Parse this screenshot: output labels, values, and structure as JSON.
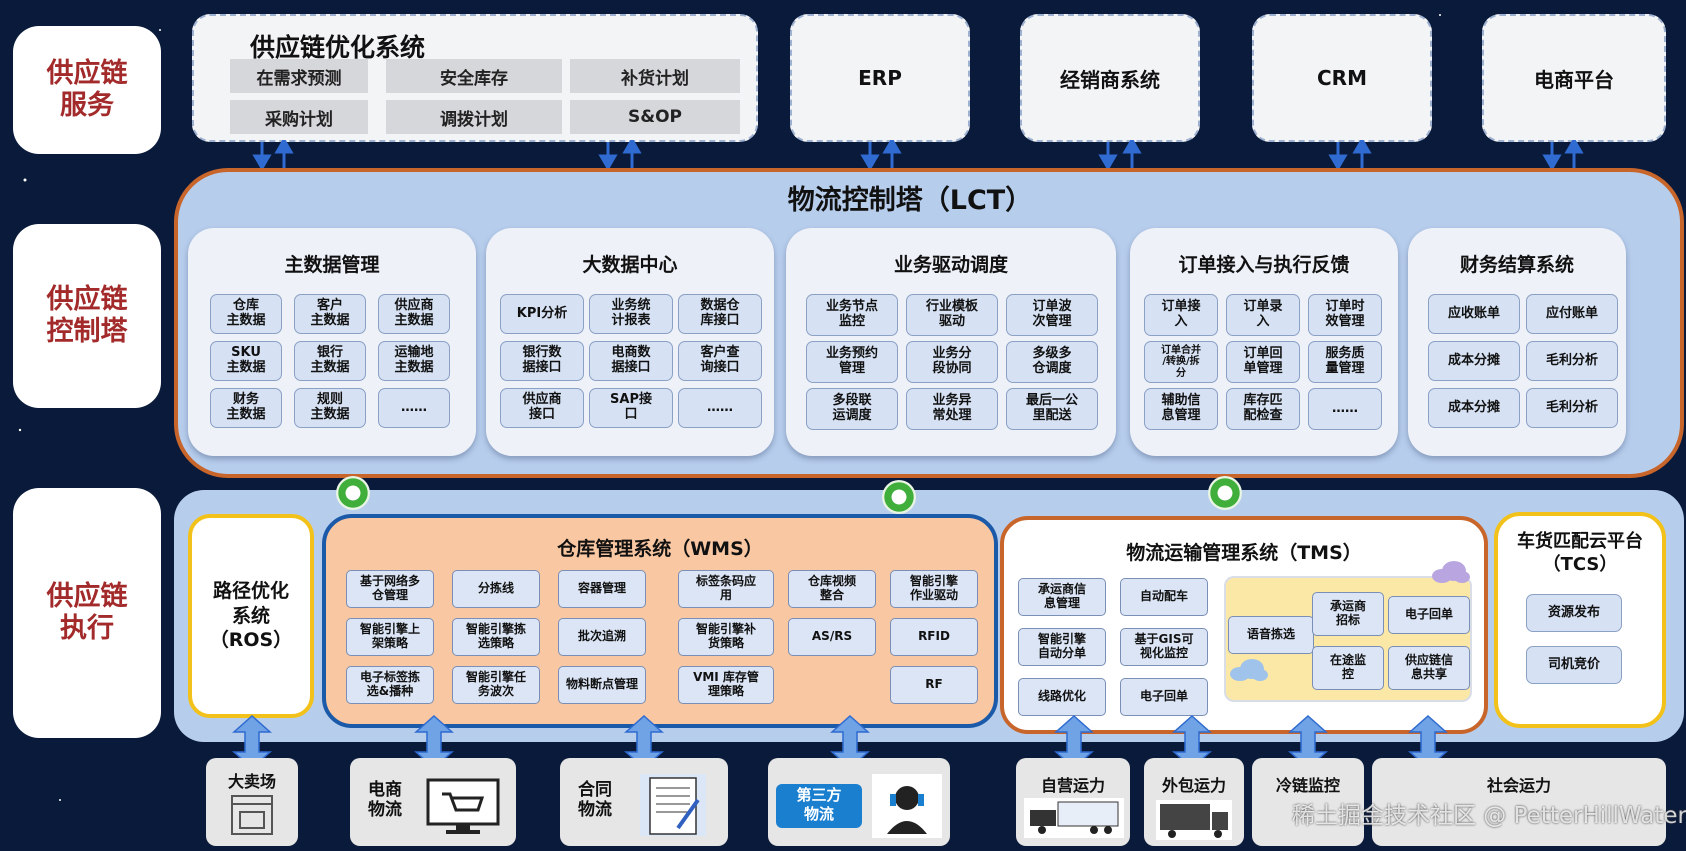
{
  "side_labels": [
    "供应链\n服务",
    "供应链\n控制塔",
    "供应链\n执行"
  ],
  "top": {
    "sco_title": "供应链优化系统",
    "sco_items": [
      "在需求预测",
      "安全库存",
      "补货计划",
      "采购计划",
      "调拨计划",
      "S&OP"
    ],
    "systems": [
      "ERP",
      "经销商系统",
      "CRM",
      "电商平台"
    ]
  },
  "lct": {
    "title": "物流控制塔（LCT）",
    "panels": [
      {
        "title": "主数据管理",
        "cells": [
          "仓库\n主数据",
          "客户\n主数据",
          "供应商\n主数据",
          "SKU\n主数据",
          "银行\n主数据",
          "运输地\n主数据",
          "财务\n主数据",
          "规则\n主数据",
          "……"
        ]
      },
      {
        "title": "大数据中心",
        "cells": [
          "KPI分析",
          "业务统\n计报表",
          "数据仓\n库接口",
          "银行数\n据接口",
          "电商数\n据接口",
          "客户查\n询接口",
          "供应商\n接口",
          "SAP接\n口",
          "……"
        ]
      },
      {
        "title": "业务驱动调度",
        "cells": [
          "业务节点\n监控",
          "行业模板\n驱动",
          "订单波\n次管理",
          "业务预约\n管理",
          "业务分\n段协同",
          "多级多\n仓调度",
          "多段联\n运调度",
          "业务异\n常处理",
          "最后一公\n里配送"
        ]
      },
      {
        "title": "订单接入与执行反馈",
        "cells": [
          "订单接\n入",
          "订单录\n入",
          "订单时\n效管理",
          "订单合并\n/转换/拆\n分",
          "订单回\n单管理",
          "服务质\n量管理",
          "辅助信\n息管理",
          "库存匹\n配检查",
          "……"
        ]
      },
      {
        "title": "财务结算系统",
        "cells": [
          "应收账单",
          "应付账单",
          "成本分摊",
          "毛利分析",
          "成本分摊",
          "毛利分析"
        ]
      }
    ]
  },
  "exec": {
    "ros": "路径优化\n系统\n（ROS）",
    "wms_title": "仓库管理系统（WMS）",
    "wms_cells": [
      "基于网络多\n仓管理",
      "分拣线",
      "容器管理",
      "标签条码应\n用",
      "仓库视频\n整合",
      "智能引擎\n作业驱动",
      "智能引擎上\n架策略",
      "智能引擎拣\n选策略",
      "批次追溯",
      "智能引擎补\n货策略",
      "AS/RS",
      "RFID",
      "电子标签拣\n选&播种",
      "智能引擎任\n务波次",
      "物料断点管理",
      "VMI 库存管\n理策略",
      "RF"
    ],
    "tms_title": "物流运输管理系统（TMS）",
    "tms_cells": [
      "承运商信\n息管理",
      "自动配车",
      "智能引擎\n自动分单",
      "基于GIS可\n视化监控",
      "线路优化",
      "电子回单"
    ],
    "tms_cloud": [
      "语音拣选",
      "承运商\n招标",
      "电子回单",
      "在途监\n控",
      "供应链信\n息共享"
    ],
    "tcs_title": "车货匹配云平台\n（TCS）",
    "tcs_cells": [
      "资源发布",
      "司机竞价"
    ]
  },
  "bottom": {
    "items": [
      "大卖场",
      "电商\n物流",
      "合同\n物流",
      "第三方\n物流",
      "自营运力",
      "外包运力",
      "冷链监控",
      "社会运力"
    ],
    "watermark": "稀土掘金技术社区 @ PetterHillWater"
  },
  "colors": {
    "lct_border": "#c8652b",
    "lct_bg": "#b7cdec",
    "wms_bg": "#f9c7a2",
    "wms_border": "#1b5aa8",
    "tms_border": "#c8652b",
    "tcs_border": "#f2c21a",
    "label_red": "#a32a2a"
  }
}
